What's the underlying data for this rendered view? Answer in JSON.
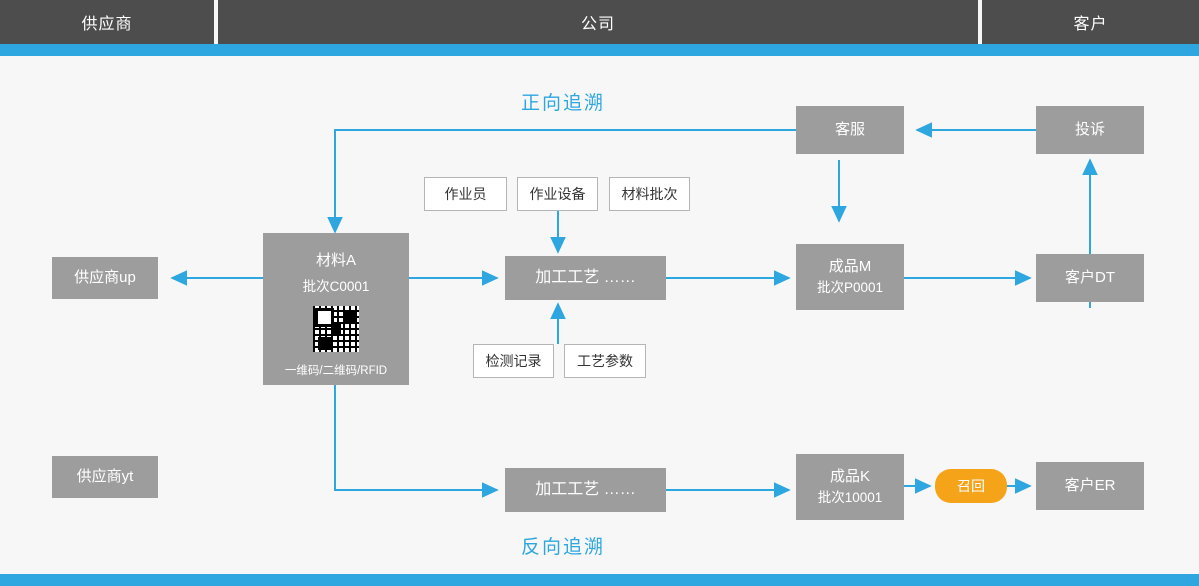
{
  "header": {
    "columns": [
      {
        "label": "供应商"
      },
      {
        "label": "公司"
      },
      {
        "label": "客户"
      }
    ]
  },
  "captions": {
    "forward": "正向追溯",
    "backward": "反向追溯"
  },
  "colors": {
    "accent_blue": "#2ea7e0",
    "header_gray": "#4d4d4d",
    "node_gray": "#9d9d9d",
    "recall_orange": "#f5a318",
    "canvas_bg": "#f7f7f7"
  },
  "nodes": {
    "supplier_up": {
      "label": "供应商up"
    },
    "supplier_yt": {
      "label": "供应商yt"
    },
    "material": {
      "title": "材料A",
      "batch": "批次C0001",
      "codes": "一维码/二维码/RFID",
      "qr_icon": "qr-code-icon"
    },
    "process_top": {
      "label": "加工工艺  ……"
    },
    "process_bottom": {
      "label": "加工工艺  ……"
    },
    "product_m": {
      "title": "成品M",
      "batch": "批次P0001"
    },
    "product_k": {
      "title": "成品K",
      "batch": "批次10001"
    },
    "customer_service": {
      "label": "客服"
    },
    "complaint": {
      "label": "投诉"
    },
    "customer_dt": {
      "label": "客户DT"
    },
    "customer_er": {
      "label": "客户ER"
    },
    "recall": {
      "label": "召回"
    }
  },
  "attributes": {
    "operator": "作业员",
    "equipment": "作业设备",
    "material_batch": "材料批次",
    "inspection_record": "检测记录",
    "process_parameter": "工艺参数"
  }
}
